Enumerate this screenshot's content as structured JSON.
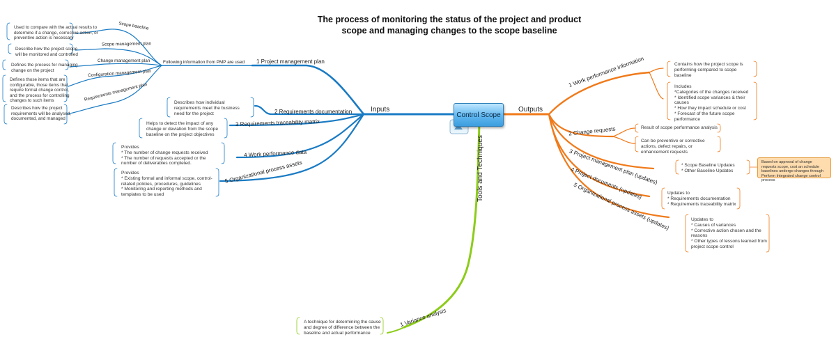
{
  "title": "The process of monitoring the status of the project and product scope and managing changes to the scope baseline",
  "central": "Control Scope",
  "colors": {
    "inputs": "#1a7bc4",
    "outputs": "#f07a1a",
    "tools": "#8ccc1a",
    "callout": "#ffdcae"
  },
  "inputs": {
    "label": "Inputs",
    "branches": {
      "pmp": "1 Project management plan",
      "req_doc": "2 Requirements documentation",
      "rtm": "3 Requirements traceability matrix",
      "wpd": "4 Work performance data",
      "opa": "5 Organizational process assets"
    },
    "pmp_intro": "Following information from PMP are used",
    "pmp_items": {
      "scope_baseline": "Scope baseline",
      "scope_mgmt": "Scope management plan",
      "change_mgmt": "Change management plan",
      "config_mgmt": "Configuration management plan",
      "req_mgmt": "Requirements management plan"
    },
    "pmp_notes": {
      "scope_baseline": "Used to compare with the actual results to\ndetermine if a change, corrective action, or\npreventive action is necessary",
      "scope_mgmt": "Describe how the project scope\nwill be monitored and controlled",
      "change_mgmt": "Defines the process for managing\nchange on the project",
      "config_mgmt": "Defines those items that are\nconfigurable, those items that\nrequire formal change control,\nand the process for controlling\nchanges to such items",
      "req_mgmt": "Describes how the project\nrequirements will be analysed,\ndocumented, and managed"
    },
    "notes": {
      "req_doc": "Describes how individual\nrequirements meet the business\nneed for the project",
      "rtm": "Helps to detect the impact of any\nchange or deviation from the scope\nbaseline on the project objectives",
      "wpd": "Provides\n* The number of change requests received\n* The number of requests accepted or the\nnumber of deliverables completed.",
      "opa": "Provides\n* Existing formal and informal scope, control-\nrelated policies, procedures, guidelines\n* Monitoring and reporting methods and\ntemplates to be used"
    }
  },
  "outputs": {
    "label": "Outputs",
    "branches": {
      "wpi": "1 Work performance information",
      "cr": "2 Change requests",
      "pmp": "3 Project management plan (updates)",
      "docs": "4 Project documents (updates)",
      "opa": "5 Organizational process assets (updates)"
    },
    "notes": {
      "wpi_a": "Contains how the project scope is\nperforming compared to scope\nbaseline",
      "wpi_b": "Includes\n*Categories of the changes received\n* Identified scope variances & their\ncauses\n* How they impact schedule or cost\n* Forecast of the future scope\nperformance",
      "cr_a": "Result of scope performance analysis",
      "cr_b": "Can be preventive or corrective\nactions, defect repairs, or\nenhancement requests",
      "pmp": "* Scope Baseline Updates\n* Other Baseline Updates",
      "docs": "Updates to\n* Requirements documentation\n* Requirements traceability matrix",
      "opa": "Updates to\n* Causes of variances\n* Corrective action chosen and the\nreasons\n* Other types of lessons learned from\nproject scope control"
    },
    "callout": "Based on approval of change requests scope, cost an schedule baselines undergo changes through Perform Integrated change control process"
  },
  "tools": {
    "label": "Tools and Techniques",
    "branches": {
      "variance": "1 Variance analysis"
    },
    "notes": {
      "variance": "A technique for determining the cause\nand degree of difference between the\nbaseline and actual performance"
    }
  }
}
